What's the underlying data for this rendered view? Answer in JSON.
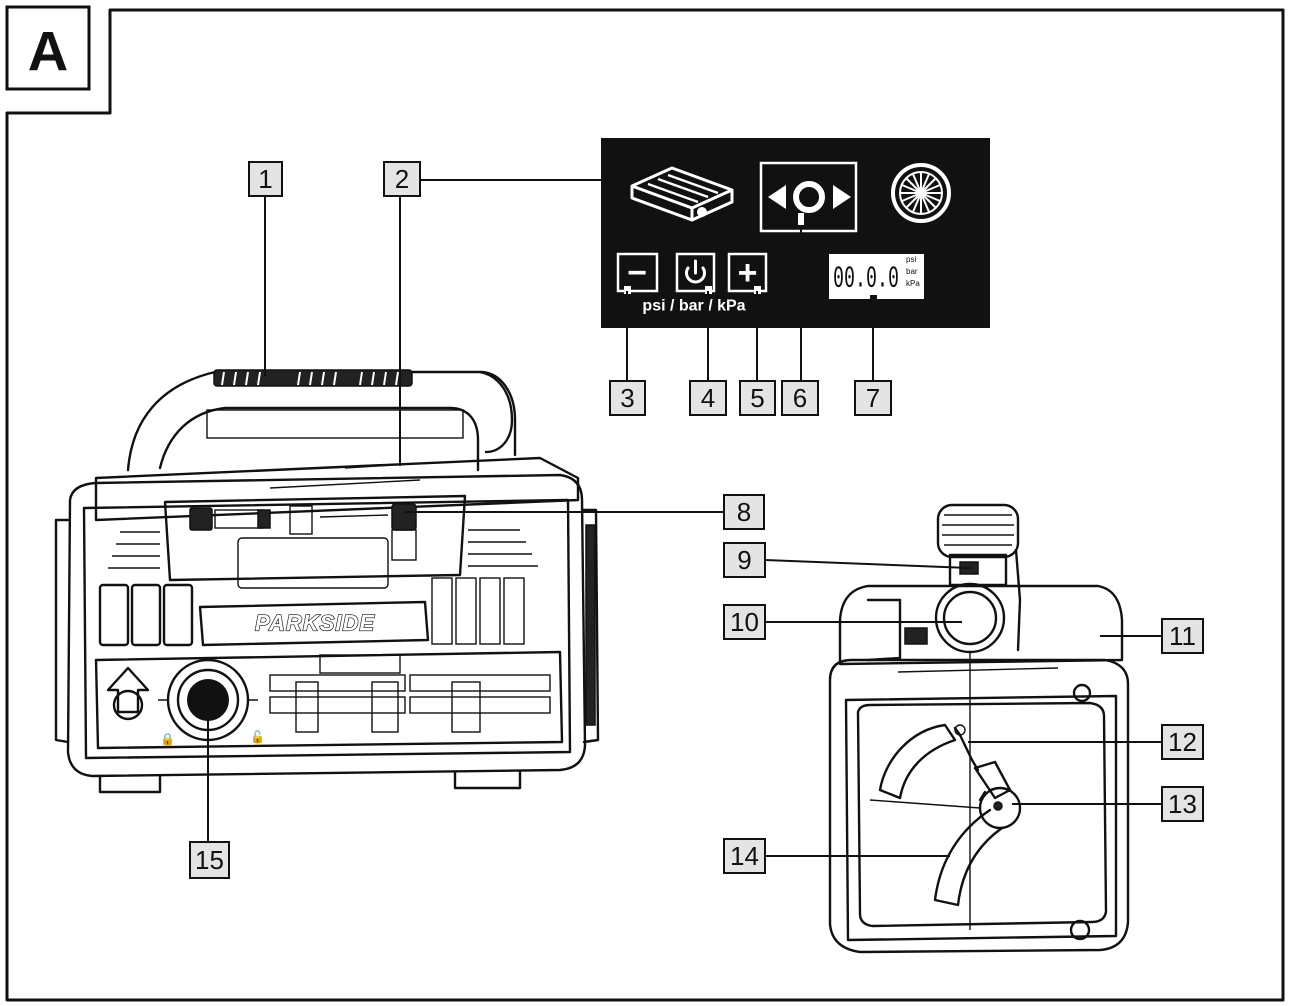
{
  "figure_label": "A",
  "brand": "PARKSIDE",
  "panel": {
    "unit_label": "psi / bar / kPa",
    "display_digits": "00.0.0",
    "display_units": [
      "psi",
      "bar",
      "kPa"
    ],
    "minus_glyph": "−",
    "plus_glyph": "+"
  },
  "callouts": [
    {
      "id": "1",
      "label": "1"
    },
    {
      "id": "2",
      "label": "2"
    },
    {
      "id": "3",
      "label": "3"
    },
    {
      "id": "4",
      "label": "4"
    },
    {
      "id": "5",
      "label": "5"
    },
    {
      "id": "6",
      "label": "6"
    },
    {
      "id": "7",
      "label": "7"
    },
    {
      "id": "8",
      "label": "8"
    },
    {
      "id": "9",
      "label": "9"
    },
    {
      "id": "10",
      "label": "10"
    },
    {
      "id": "11",
      "label": "11"
    },
    {
      "id": "12",
      "label": "12"
    },
    {
      "id": "13",
      "label": "13"
    },
    {
      "id": "14",
      "label": "14"
    },
    {
      "id": "15",
      "label": "15"
    }
  ]
}
